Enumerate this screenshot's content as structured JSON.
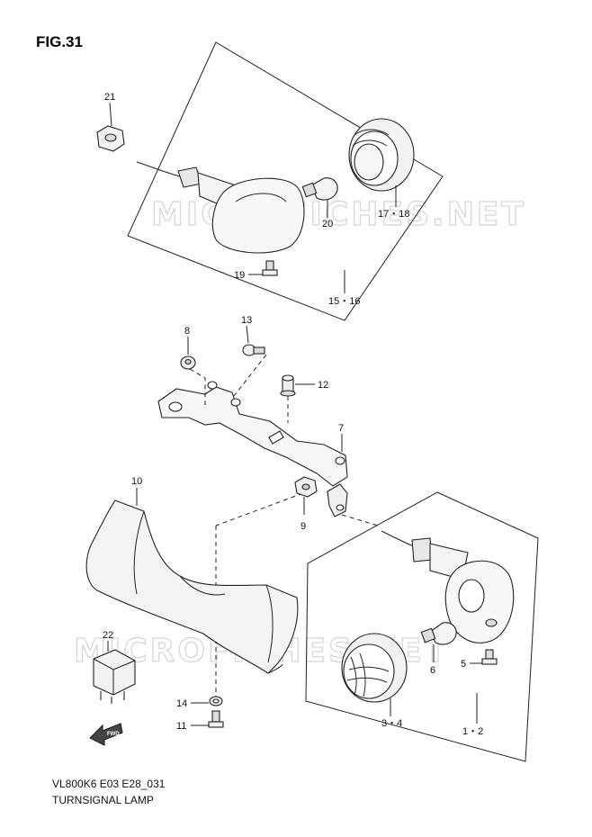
{
  "figure": {
    "number": "FIG.31",
    "code": "VL800K6 E03 E28_031",
    "title": "TURNSIGNAL LAMP"
  },
  "watermark": "MICROFICHES.NET",
  "fwd_label": "FWD",
  "callouts": {
    "c21": "21",
    "c20": "20",
    "c1718": "17・18",
    "c19": "19",
    "c1516": "15・16",
    "c8": "8",
    "c13": "13",
    "c12": "12",
    "c7": "7",
    "c10": "10",
    "c9": "9",
    "c22": "22",
    "c6": "6",
    "c5": "5",
    "c14": "14",
    "c11": "11",
    "c34": "3・4",
    "c12b": "1・2"
  }
}
